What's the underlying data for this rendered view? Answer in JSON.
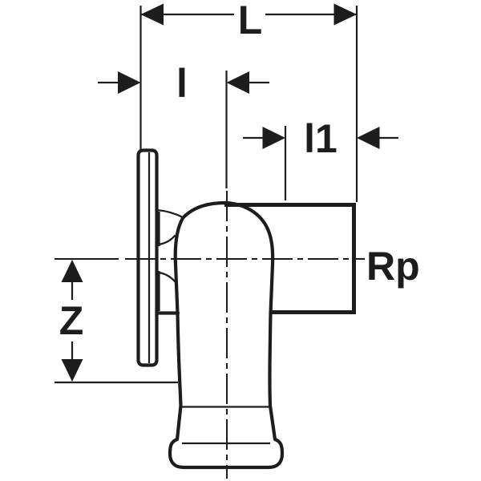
{
  "labels": {
    "total_length": "L",
    "insertion_depth": "l",
    "insertion_depth_1": "l1",
    "offset": "Z",
    "thread_designation": "Rp"
  },
  "colors": {
    "line": "#1d1d1b",
    "background": "#ffffff"
  }
}
